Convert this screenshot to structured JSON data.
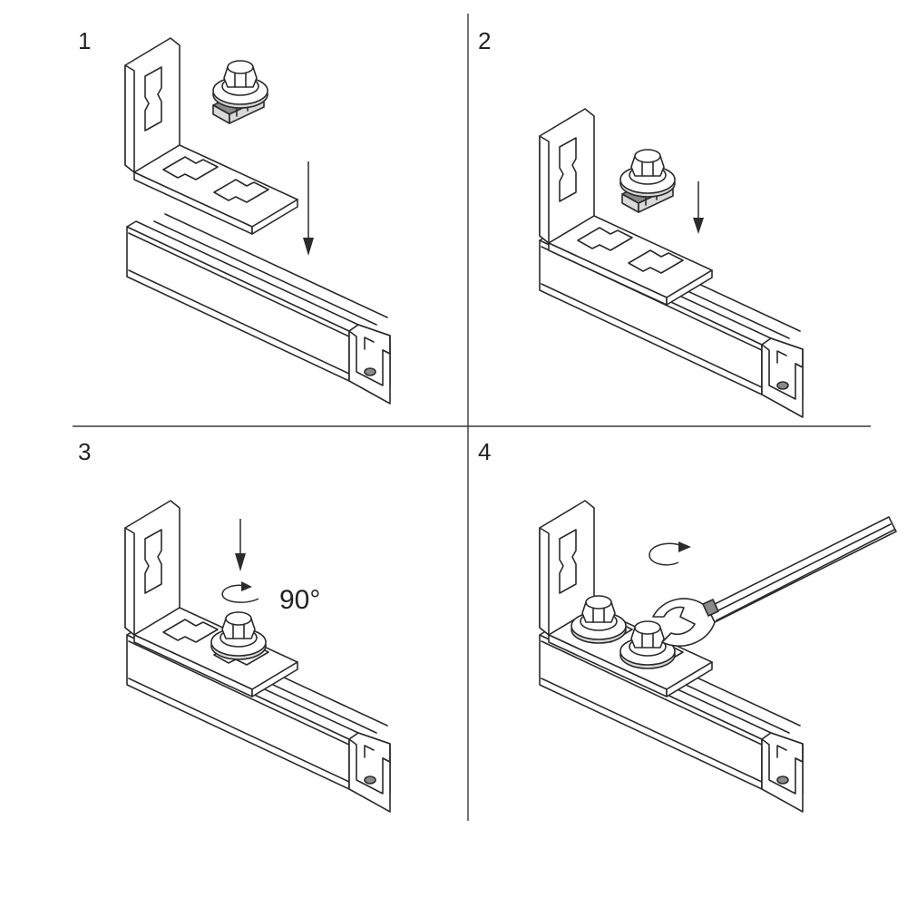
{
  "steps": [
    {
      "number": "1"
    },
    {
      "number": "2"
    },
    {
      "number": "3",
      "rotation_label": "90°"
    },
    {
      "number": "4"
    }
  ],
  "colors": {
    "line": "#2b2b2b",
    "metal_light": "#d9d9d9",
    "metal_dark": "#8a8a8a",
    "background": "#ffffff"
  }
}
